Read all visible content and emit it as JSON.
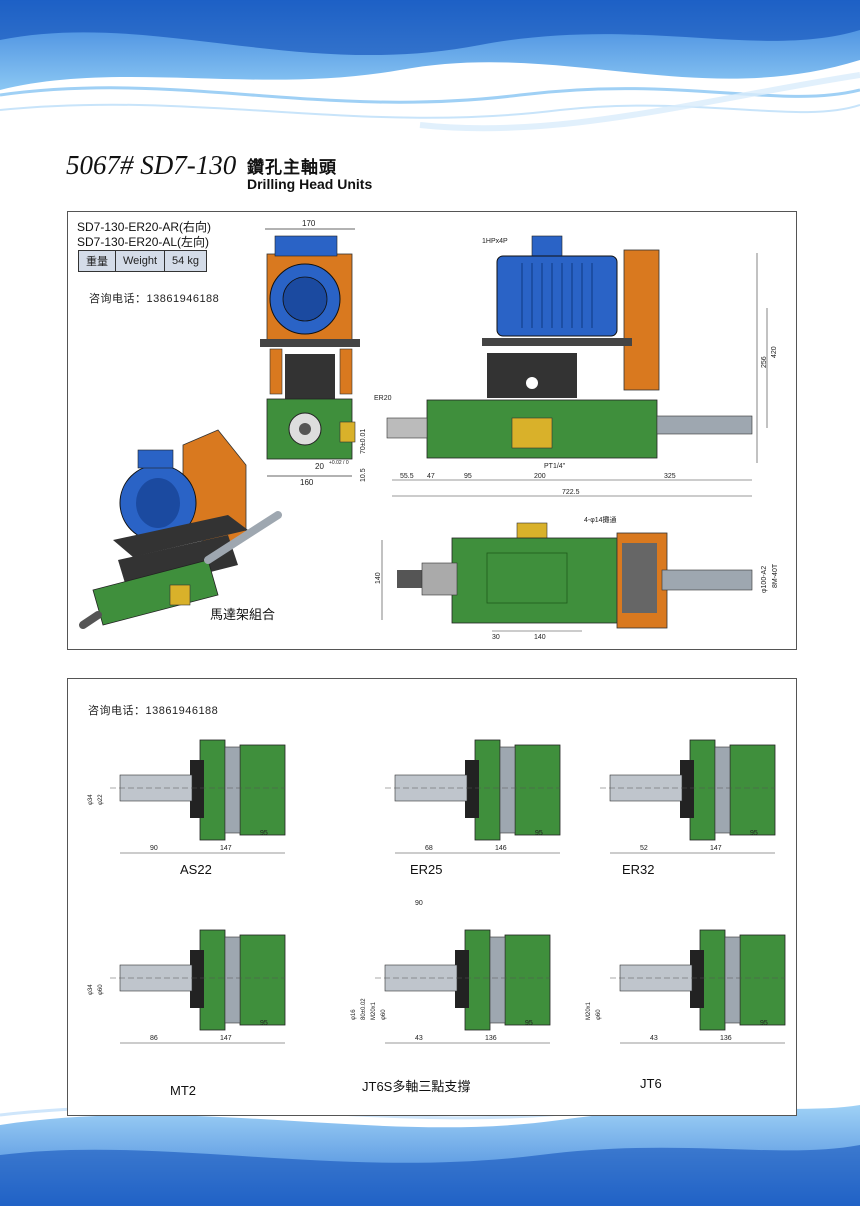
{
  "header": {
    "model": "5067# SD7-130",
    "title_cn": "鑽孔主軸頭",
    "title_en": "Drilling Head Units"
  },
  "panel1": {
    "model_right": "SD7-130-ER20-AR(右向)",
    "model_left": "SD7-130-ER20-AL(左向)",
    "weight_table": [
      "重量",
      "Weight",
      "54 kg"
    ],
    "phone": "咨询电话：13861946188",
    "motor_caption": "馬達架組合",
    "front_view": {
      "width": "170",
      "d1": "20",
      "d1_tol": "+0.02 / 0",
      "d2": "160",
      "h1": "70±0.01",
      "h2": "10.5"
    },
    "side_view": {
      "motor": "1HPx4P",
      "collet": "ER20",
      "port": "PT1/4\"",
      "h1": "256",
      "h2": "420",
      "segs": [
        "55.5",
        "47",
        "95",
        "200",
        "325"
      ],
      "total": "722.5"
    },
    "top_view": {
      "holes": "4-φ14攤通",
      "w1": "30",
      "w2": "140",
      "h": "140",
      "pulley": "φ100-A2",
      "belt": "8M-40T"
    }
  },
  "panel2": {
    "phone": "咨询电话：13861946188",
    "variants": [
      {
        "name": "AS22",
        "dims": [
          "90",
          "147",
          "95"
        ],
        "dia": [
          "φ34",
          "φ22"
        ]
      },
      {
        "name": "ER25",
        "dims": [
          "68",
          "146",
          "95"
        ]
      },
      {
        "name": "ER32",
        "dims": [
          "52",
          "147",
          "95"
        ]
      },
      {
        "name": "MT2",
        "dims": [
          "86",
          "147",
          "95"
        ],
        "dia": [
          "φ34",
          "φ60"
        ]
      },
      {
        "name": "JT6S多軸三點支撐",
        "dims": [
          "43",
          "136",
          "95"
        ],
        "top": "90",
        "vert": [
          "φ16",
          "80±0.02",
          "M20x1",
          "φ60"
        ]
      },
      {
        "name": "JT6",
        "dims": [
          "43",
          "136",
          "95"
        ],
        "vert": [
          "M20x1",
          "φ60"
        ]
      }
    ]
  },
  "colors": {
    "green": "#3f8f3c",
    "blue": "#2a63c6",
    "orange": "#d9791f",
    "dark": "#222222"
  }
}
